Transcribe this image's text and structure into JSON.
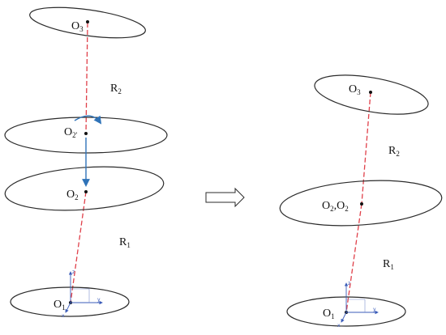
{
  "colors": {
    "stroke": "#2b2b2b",
    "axis_dash": "#e0404a",
    "motion": "#2f73b8",
    "frame": "#3a5bb8"
  },
  "left": {
    "o3": {
      "base": "O",
      "sub": "3"
    },
    "r2": {
      "base": "R",
      "sub": "2"
    },
    "o2p": {
      "base": "O",
      "sub": "2",
      "suffix": "'"
    },
    "o2": {
      "base": "O",
      "sub": "2"
    },
    "r1": {
      "base": "R",
      "sub": "1"
    },
    "o1": {
      "base": "O",
      "sub": "1"
    }
  },
  "right": {
    "o3": {
      "base": "O",
      "sub": "3"
    },
    "r2": {
      "base": "R",
      "sub": "2"
    },
    "o2o2": {
      "base": "O",
      "sub": "2",
      "mid": ",O",
      "sub2": "2"
    },
    "r1": {
      "base": "R",
      "sub": "1"
    },
    "o1": {
      "base": "O",
      "sub": "1"
    }
  },
  "frame_axes": {
    "x": "x",
    "y": "y",
    "z": "z"
  },
  "icons": {
    "transition": "right-arrow-icon",
    "rotation": "rotation-arrow-icon",
    "translation": "down-arrow-icon"
  }
}
